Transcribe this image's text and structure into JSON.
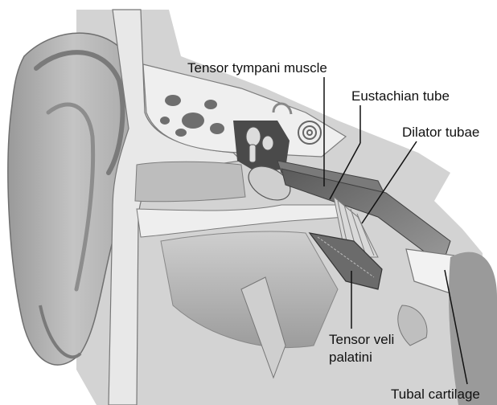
{
  "labels": {
    "tensor_tympani": "Tensor tympani muscle",
    "eustachian_tube": "Eustachian tube",
    "dilator_tubae": "Dilator tubae",
    "tensor_veli_palatini_line1": "Tensor veli",
    "tensor_veli_palatini_line2": "palatini",
    "tubal_cartilage": "Tubal cartilage"
  },
  "colors": {
    "background": "#ffffff",
    "skin": "#b5b5b5",
    "skin_dark": "#8a8a8a",
    "bone": "#e6e6e6",
    "cavity": "#4a4a4a",
    "leader": "#111111"
  }
}
